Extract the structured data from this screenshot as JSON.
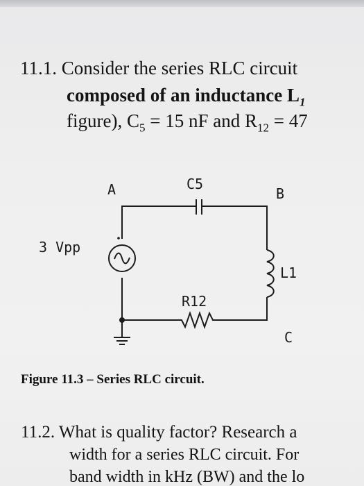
{
  "problem_11_1": {
    "number": "11.1.",
    "line1": "Consider the series RLC circuit",
    "line2": "composed of an inductance L",
    "line2_sub": "1",
    "line3_pre": "figure), C",
    "c_sub": "5",
    "line3_mid": " = 15 nF and R",
    "r_sub": "12",
    "line3_post": " = 47"
  },
  "circuit": {
    "node_a": "A",
    "node_b": "B",
    "node_c": "C",
    "capacitor": "C5",
    "inductor": "L1",
    "resistor": "R12",
    "source": "3 Vpp"
  },
  "caption": "Figure 11.3 – Series RLC circuit.",
  "problem_11_2": {
    "number": "11.2.",
    "line1": "What is quality factor? Research a",
    "line2": "width for a series RLC circuit. For",
    "line3": "band width in kHz (BW) and the lo"
  }
}
